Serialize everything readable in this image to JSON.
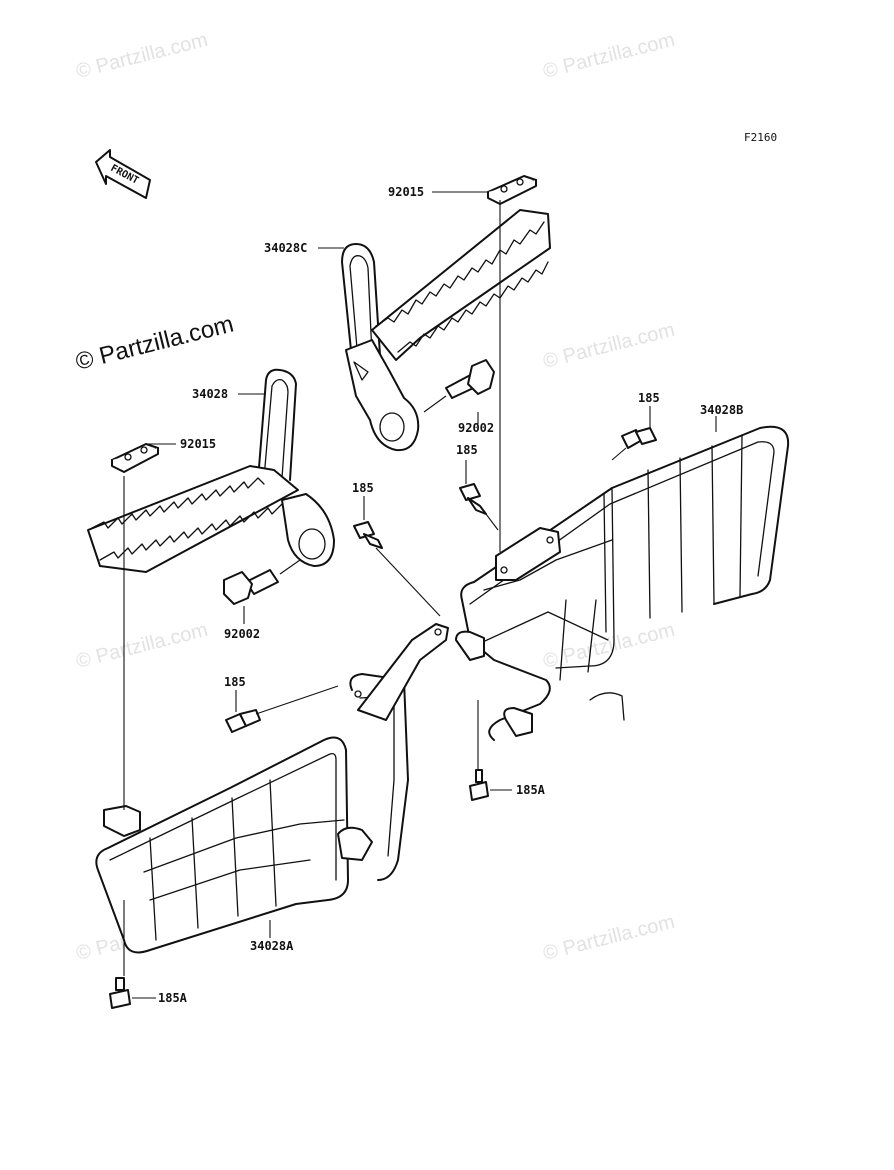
{
  "figure_code": "F2160",
  "front_arrow_label": "FRONT",
  "watermarks": {
    "faint": "© Partzilla.com",
    "prominent": "© Partzilla.com"
  },
  "parts": {
    "footrest_right_top": "34028C",
    "footrest_left": "34028",
    "guard_right": "34028B",
    "guard_left": "34028A",
    "pad_top": "92015",
    "pad_left": "92015",
    "bolt_top": "92002",
    "bolt_left": "92002",
    "bolt_185_a": "185",
    "bolt_185_b": "185",
    "bolt_185_c": "185",
    "bolt_185_d": "185",
    "bolt_185a_right": "185A",
    "bolt_185a_left": "185A"
  }
}
